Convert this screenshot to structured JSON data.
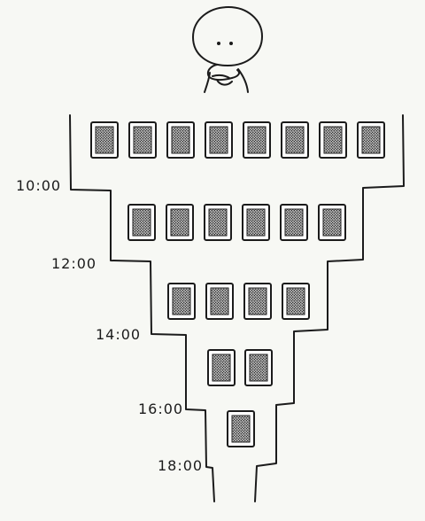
{
  "diagram": {
    "time_labels": [
      "10:00",
      "12:00",
      "14:00",
      "16:00",
      "18:00"
    ],
    "tiers": [
      {
        "card_count": 8
      },
      {
        "card_count": 6
      },
      {
        "card_count": 4
      },
      {
        "card_count": 2
      },
      {
        "card_count": 1
      }
    ],
    "colors": {
      "ink": "#1b1b1b",
      "background": "#f7f8f4",
      "card_fill": "#ffffff",
      "card_pattern": "#555555"
    },
    "icons": {
      "figure": "thinking-person-icon",
      "card": "card-icon"
    }
  }
}
